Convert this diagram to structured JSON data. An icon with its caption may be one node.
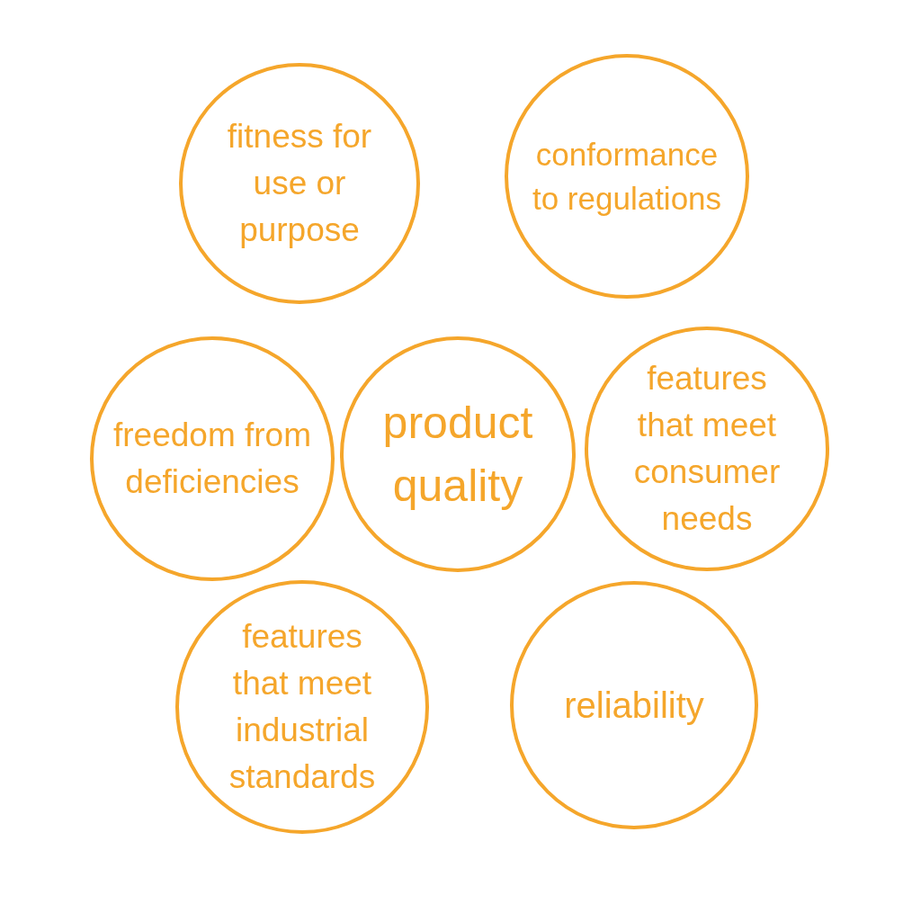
{
  "diagram": {
    "nodes": [
      {
        "text": [
          "fitness for use or purpose"
        ]
      },
      {
        "text": [
          "conformance to regulations"
        ]
      },
      {
        "text": [
          "freedom from deficiencies"
        ]
      },
      {
        "text": [
          "product quality"
        ]
      },
      {
        "text": [
          "features that meet consumer needs"
        ]
      },
      {
        "text": [
          "features that meet industrial standards"
        ]
      },
      {
        "text": [
          "reliability"
        ]
      }
    ]
  }
}
